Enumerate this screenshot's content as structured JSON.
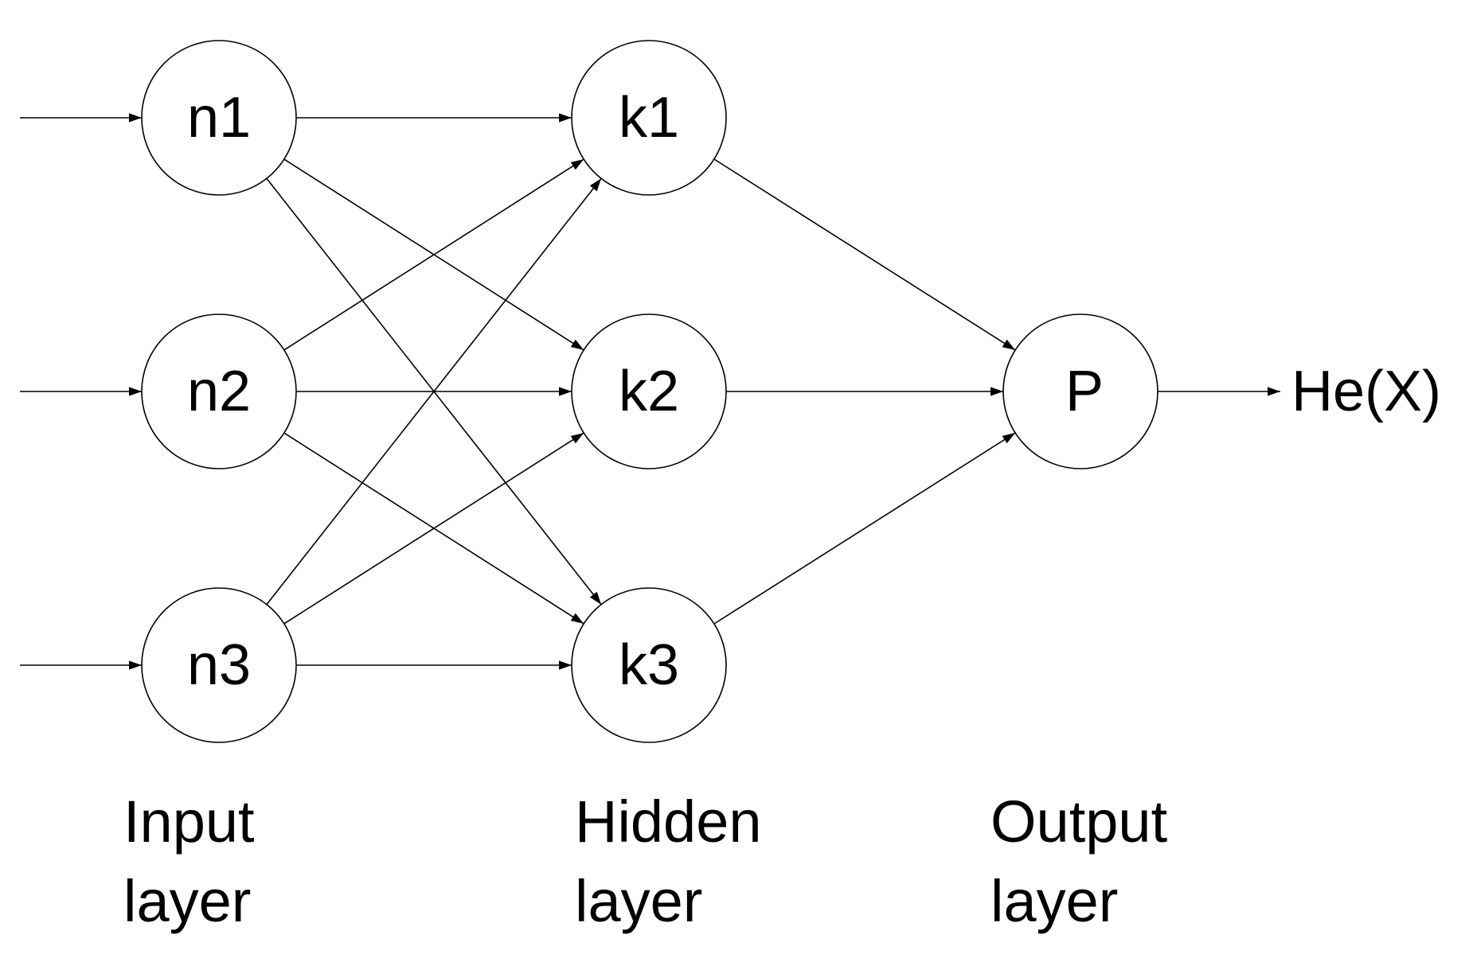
{
  "diagram": {
    "nodes": {
      "n1": "n1",
      "n2": "n2",
      "n3": "n3",
      "k1": "k1",
      "k2": "k2",
      "k3": "k3",
      "p": "P"
    },
    "output_label": "He(X)",
    "layers": {
      "input": {
        "line1": "Input",
        "line2": "layer"
      },
      "hidden": {
        "line1": "Hidden",
        "line2": "layer"
      },
      "output": {
        "line1": "Output",
        "line2": "layer"
      }
    },
    "edges": [
      [
        "in-n1",
        "n1"
      ],
      [
        "in-n2",
        "n2"
      ],
      [
        "in-n3",
        "n3"
      ],
      [
        "n1",
        "k1"
      ],
      [
        "n1",
        "k2"
      ],
      [
        "n1",
        "k3"
      ],
      [
        "n2",
        "k1"
      ],
      [
        "n2",
        "k2"
      ],
      [
        "n2",
        "k3"
      ],
      [
        "n3",
        "k1"
      ],
      [
        "n3",
        "k2"
      ],
      [
        "n3",
        "k3"
      ],
      [
        "k1",
        "p"
      ],
      [
        "k2",
        "p"
      ],
      [
        "k3",
        "p"
      ],
      [
        "p",
        "out"
      ]
    ]
  }
}
